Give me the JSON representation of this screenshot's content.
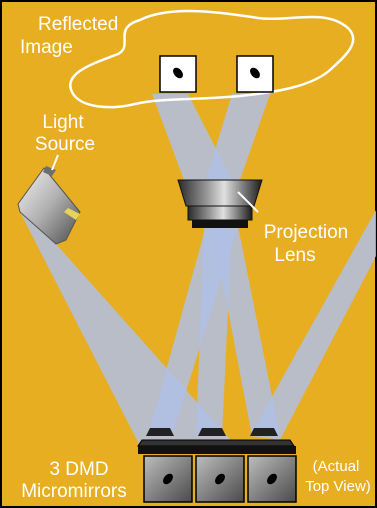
{
  "labels": {
    "reflected_line1": "Reflected",
    "reflected_line2": "Image",
    "light_line1": "Light",
    "light_line2": "Source",
    "lens_line1": "Projection",
    "lens_line2": "Lens",
    "dmd_line1": "3 DMD",
    "dmd_line2": "Micromirrors",
    "view_line1": "(Actual",
    "view_line2": "Top View)"
  },
  "colors": {
    "background": "#E8AE22",
    "beam": "#AFC0E4",
    "label_text": "#FFFFFF",
    "outline": "#FFFFFF",
    "frame": "#000000"
  },
  "icons": {
    "light_source": "spotlight-cone-icon",
    "projection_lens": "lens-barrel-icon",
    "micromirror": "tilted-mirror-icon"
  }
}
